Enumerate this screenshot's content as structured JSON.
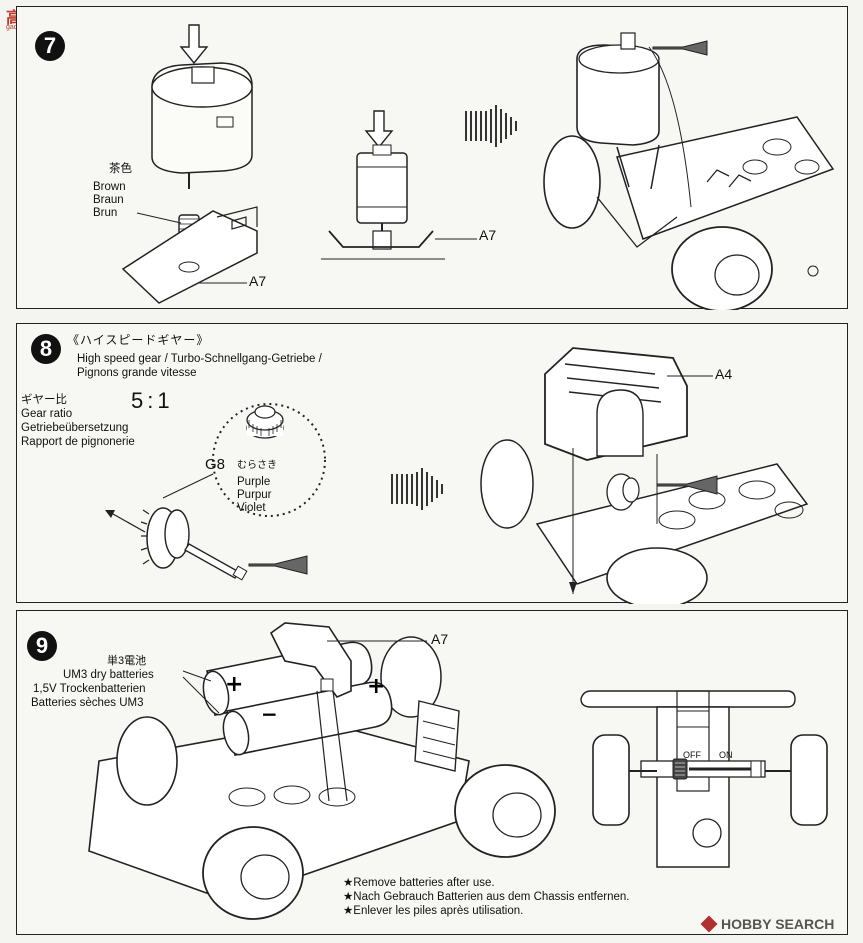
{
  "watermark_top": {
    "logo_text": "高●网",
    "url": "gao-shou.com"
  },
  "watermark_bottom": {
    "brand": "HOBBY SEARCH"
  },
  "step7": {
    "number": "7",
    "color_jp": "茶色",
    "color_en": "Brown",
    "color_de": "Braun",
    "color_fr": "Brun",
    "part_a7_left": "A7",
    "part_a7_mid": "A7"
  },
  "step8": {
    "number": "8",
    "title_jp": "《ハイスピードギヤー》",
    "title_line1": "High speed gear / Turbo-Schnellgang-Getriebe /",
    "title_line2": "Pignons grande vitesse",
    "ratio_jp": "ギヤー比",
    "ratio_en": "Gear ratio",
    "ratio_de": "Getriebeübersetzung",
    "ratio_fr": "Rapport de pignonerie",
    "ratio_value": "5:1",
    "gear_part": "G8",
    "gear_color_jp": "むらさき",
    "gear_color_en": "Purple",
    "gear_color_de": "Purpur",
    "gear_color_fr": "Violet",
    "part_a4": "A4"
  },
  "step9": {
    "number": "9",
    "battery_jp": "単3電池",
    "battery_en": "UM3 dry batteries",
    "battery_de": "1,5V Trockenbatterien",
    "battery_fr": "Batteries sèches UM3",
    "part_a7": "A7",
    "switch_off": "OFF",
    "switch_on": "ON",
    "note_en": "★Remove batteries after use.",
    "note_de": "★Nach Gebrauch Batterien aus dem Chassis entfernen.",
    "note_fr": "★Enlever les piles après utilisation."
  }
}
